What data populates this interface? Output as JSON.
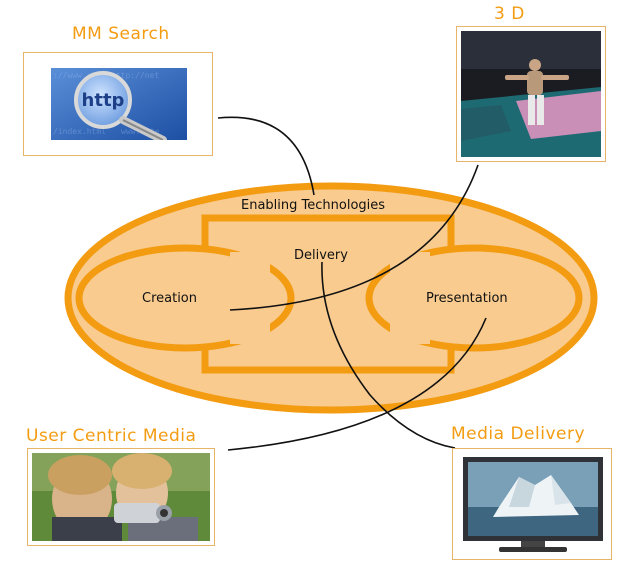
{
  "labels": {
    "mm_search": "MM Search",
    "three_d": "3 D",
    "user_centric_media": "User Centric Media",
    "media_delivery": "Media Delivery"
  },
  "diagram": {
    "enabling_technologies": "Enabling Technologies",
    "delivery": "Delivery",
    "creation": "Creation",
    "presentation": "Presentation"
  },
  "images": {
    "mm_search_photo": "http",
    "three_d_photo": "3d-dancer-figure",
    "user_centric_photo": "two-children-with-camcorder",
    "media_delivery_photo": "monitor-showing-iceberg"
  },
  "colors": {
    "accent": "#f39c12",
    "ellipse_fill": "#f9cb8f",
    "ellipse_stroke": "#f39c12",
    "connector": "#111111"
  }
}
